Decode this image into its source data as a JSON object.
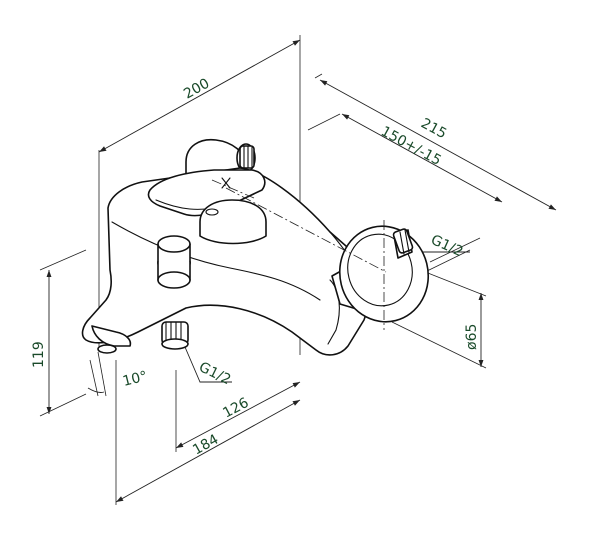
{
  "drawing": {
    "dimensions": {
      "overall_width": "200",
      "depth_total": "215",
      "center_distance": "150+/-15",
      "inlet_thread": "G1/2",
      "outlet_thread": "G1/2",
      "rosette_diameter": "ø65",
      "height": "119",
      "spout_angle": "10°",
      "outlet_to_wall": "126",
      "spout_projection": "184"
    },
    "colors": {
      "line": "#111111",
      "dimension_text": "#1a4a2a"
    }
  }
}
